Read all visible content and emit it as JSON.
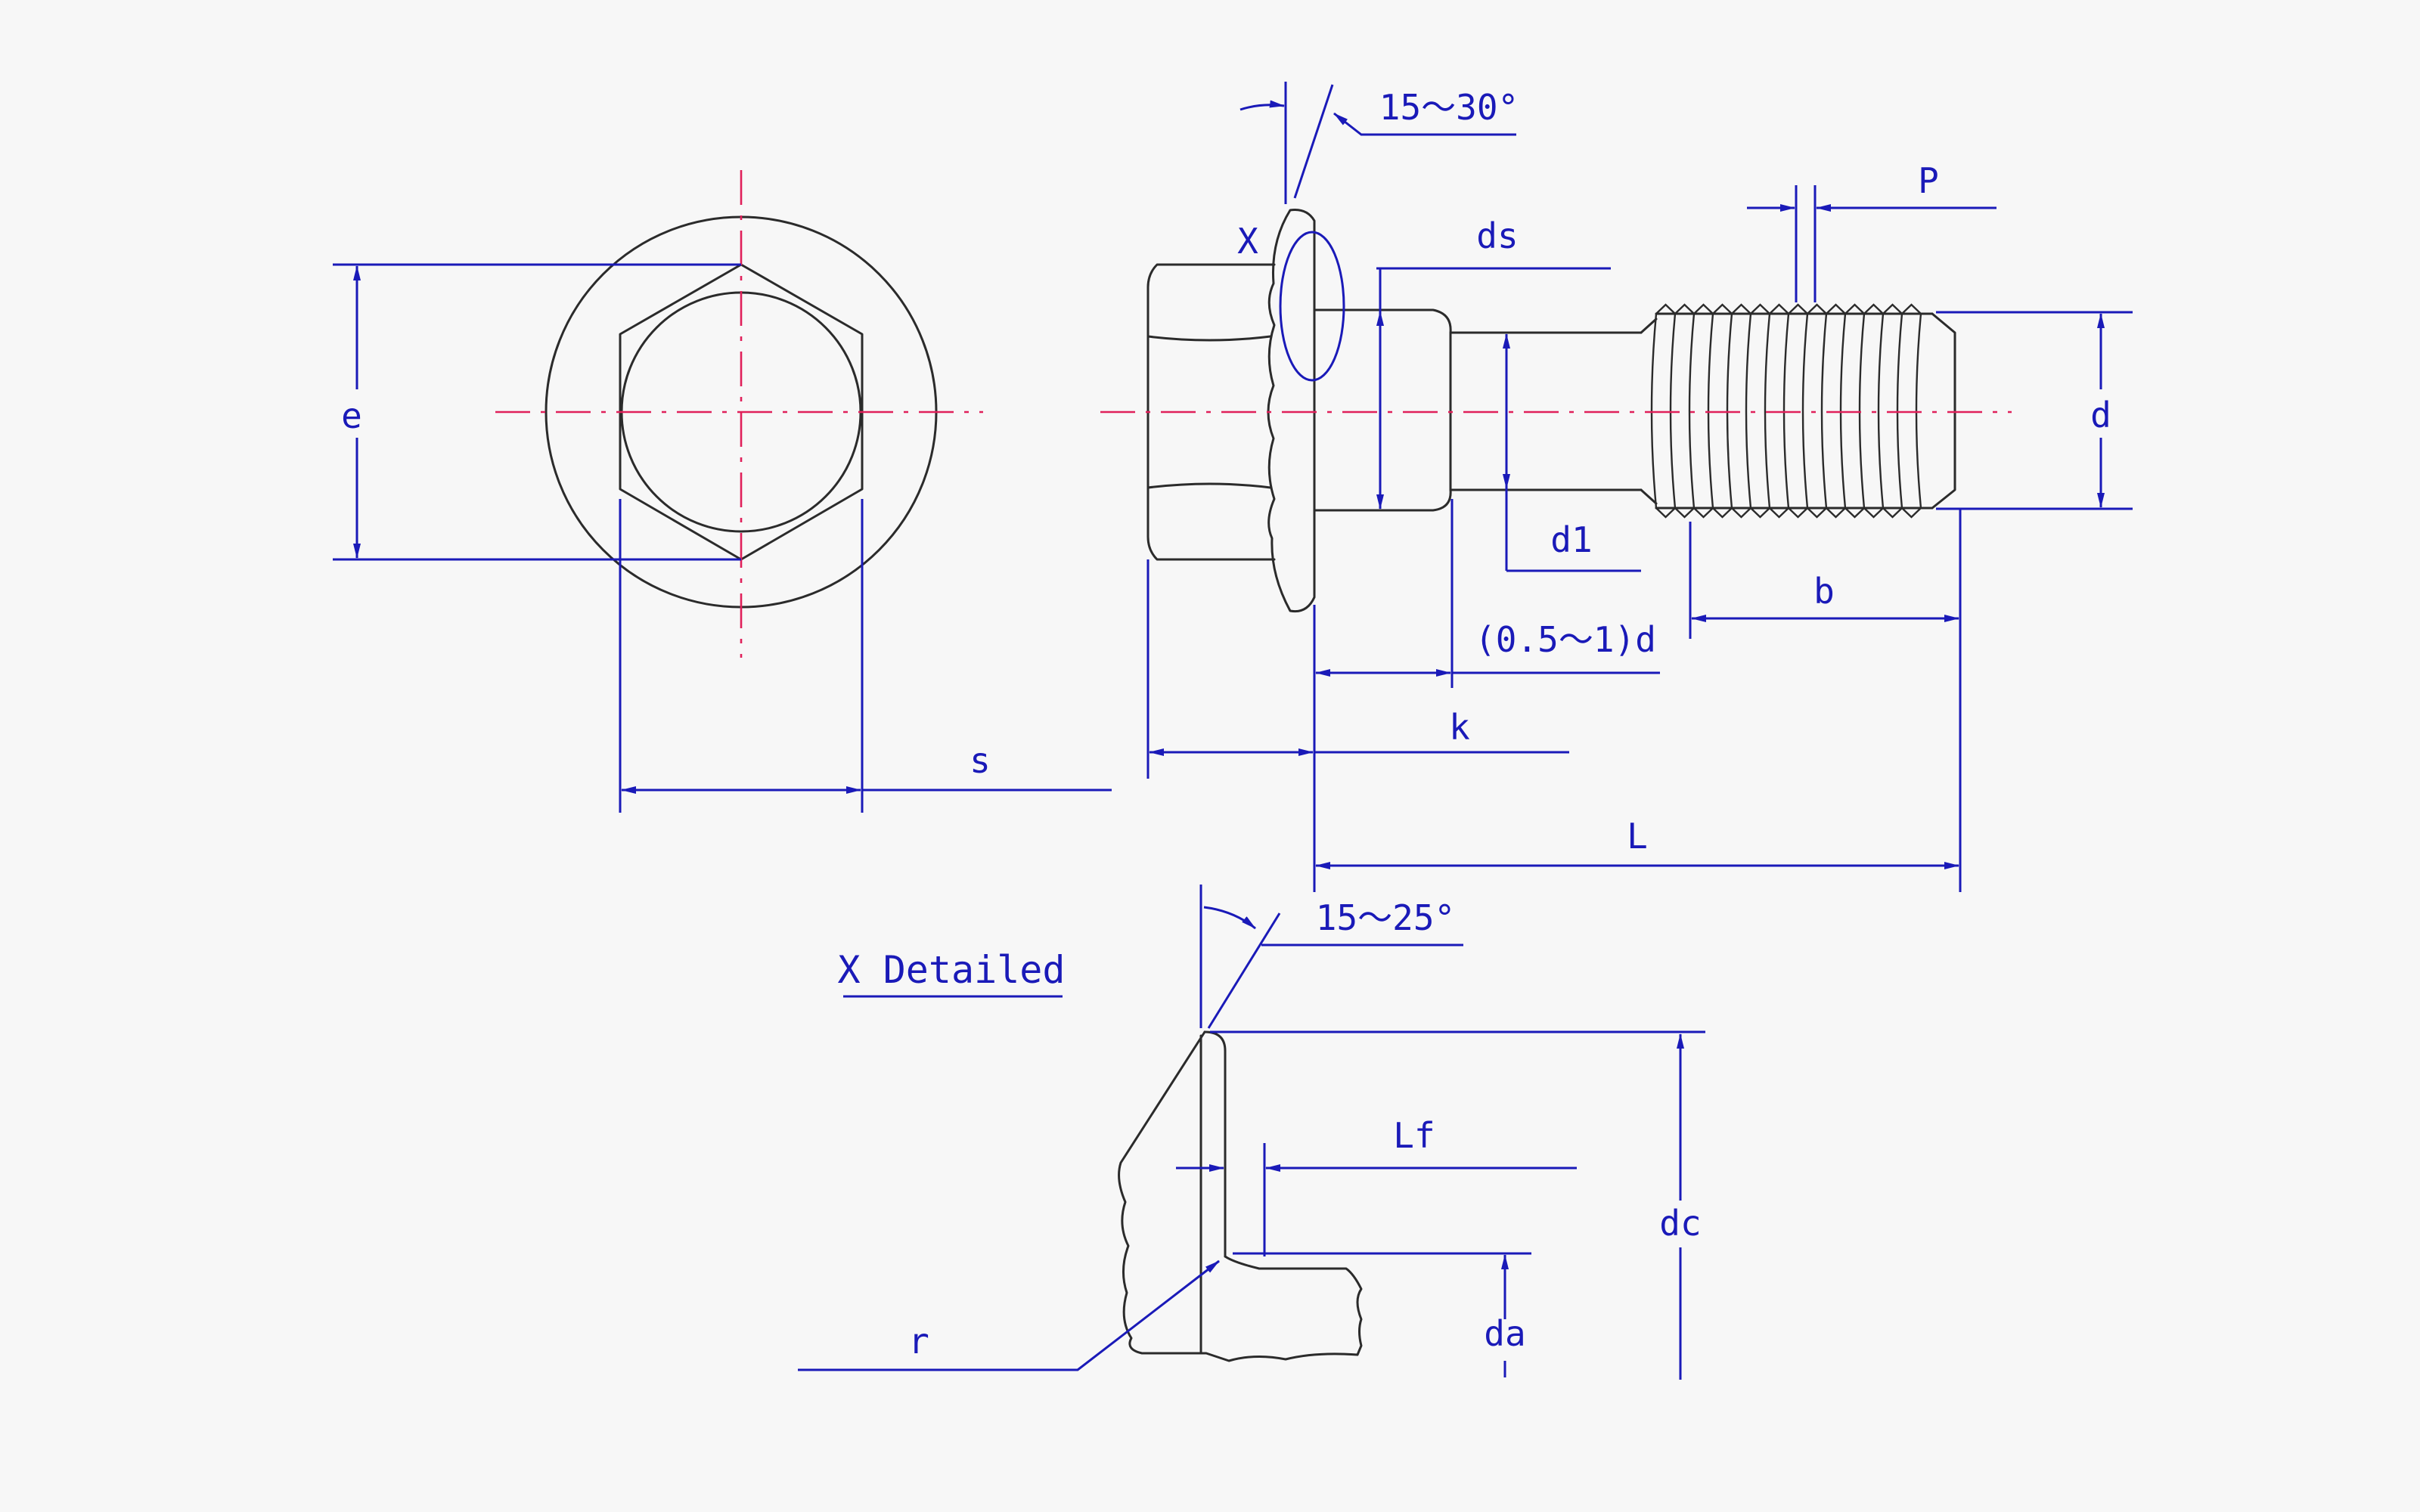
{
  "labels": {
    "e": "e",
    "s": "s",
    "x_mark": "X",
    "angle_head": "15～30°",
    "ds": "ds",
    "p": "P",
    "d": "d",
    "d1": "d1",
    "b": "b",
    "transition": "(0.5～1)d",
    "k": "k",
    "l": "L",
    "detail_title": "X Detailed",
    "angle_detail": "15～25°",
    "lf": "Lf",
    "dc": "dc",
    "da": "da",
    "r": "r"
  },
  "colors": {
    "part_outline": "#2b2b2b",
    "dimension": "#1a1ab8",
    "center_line": "#e0205a",
    "background": "#f7f7f7"
  }
}
